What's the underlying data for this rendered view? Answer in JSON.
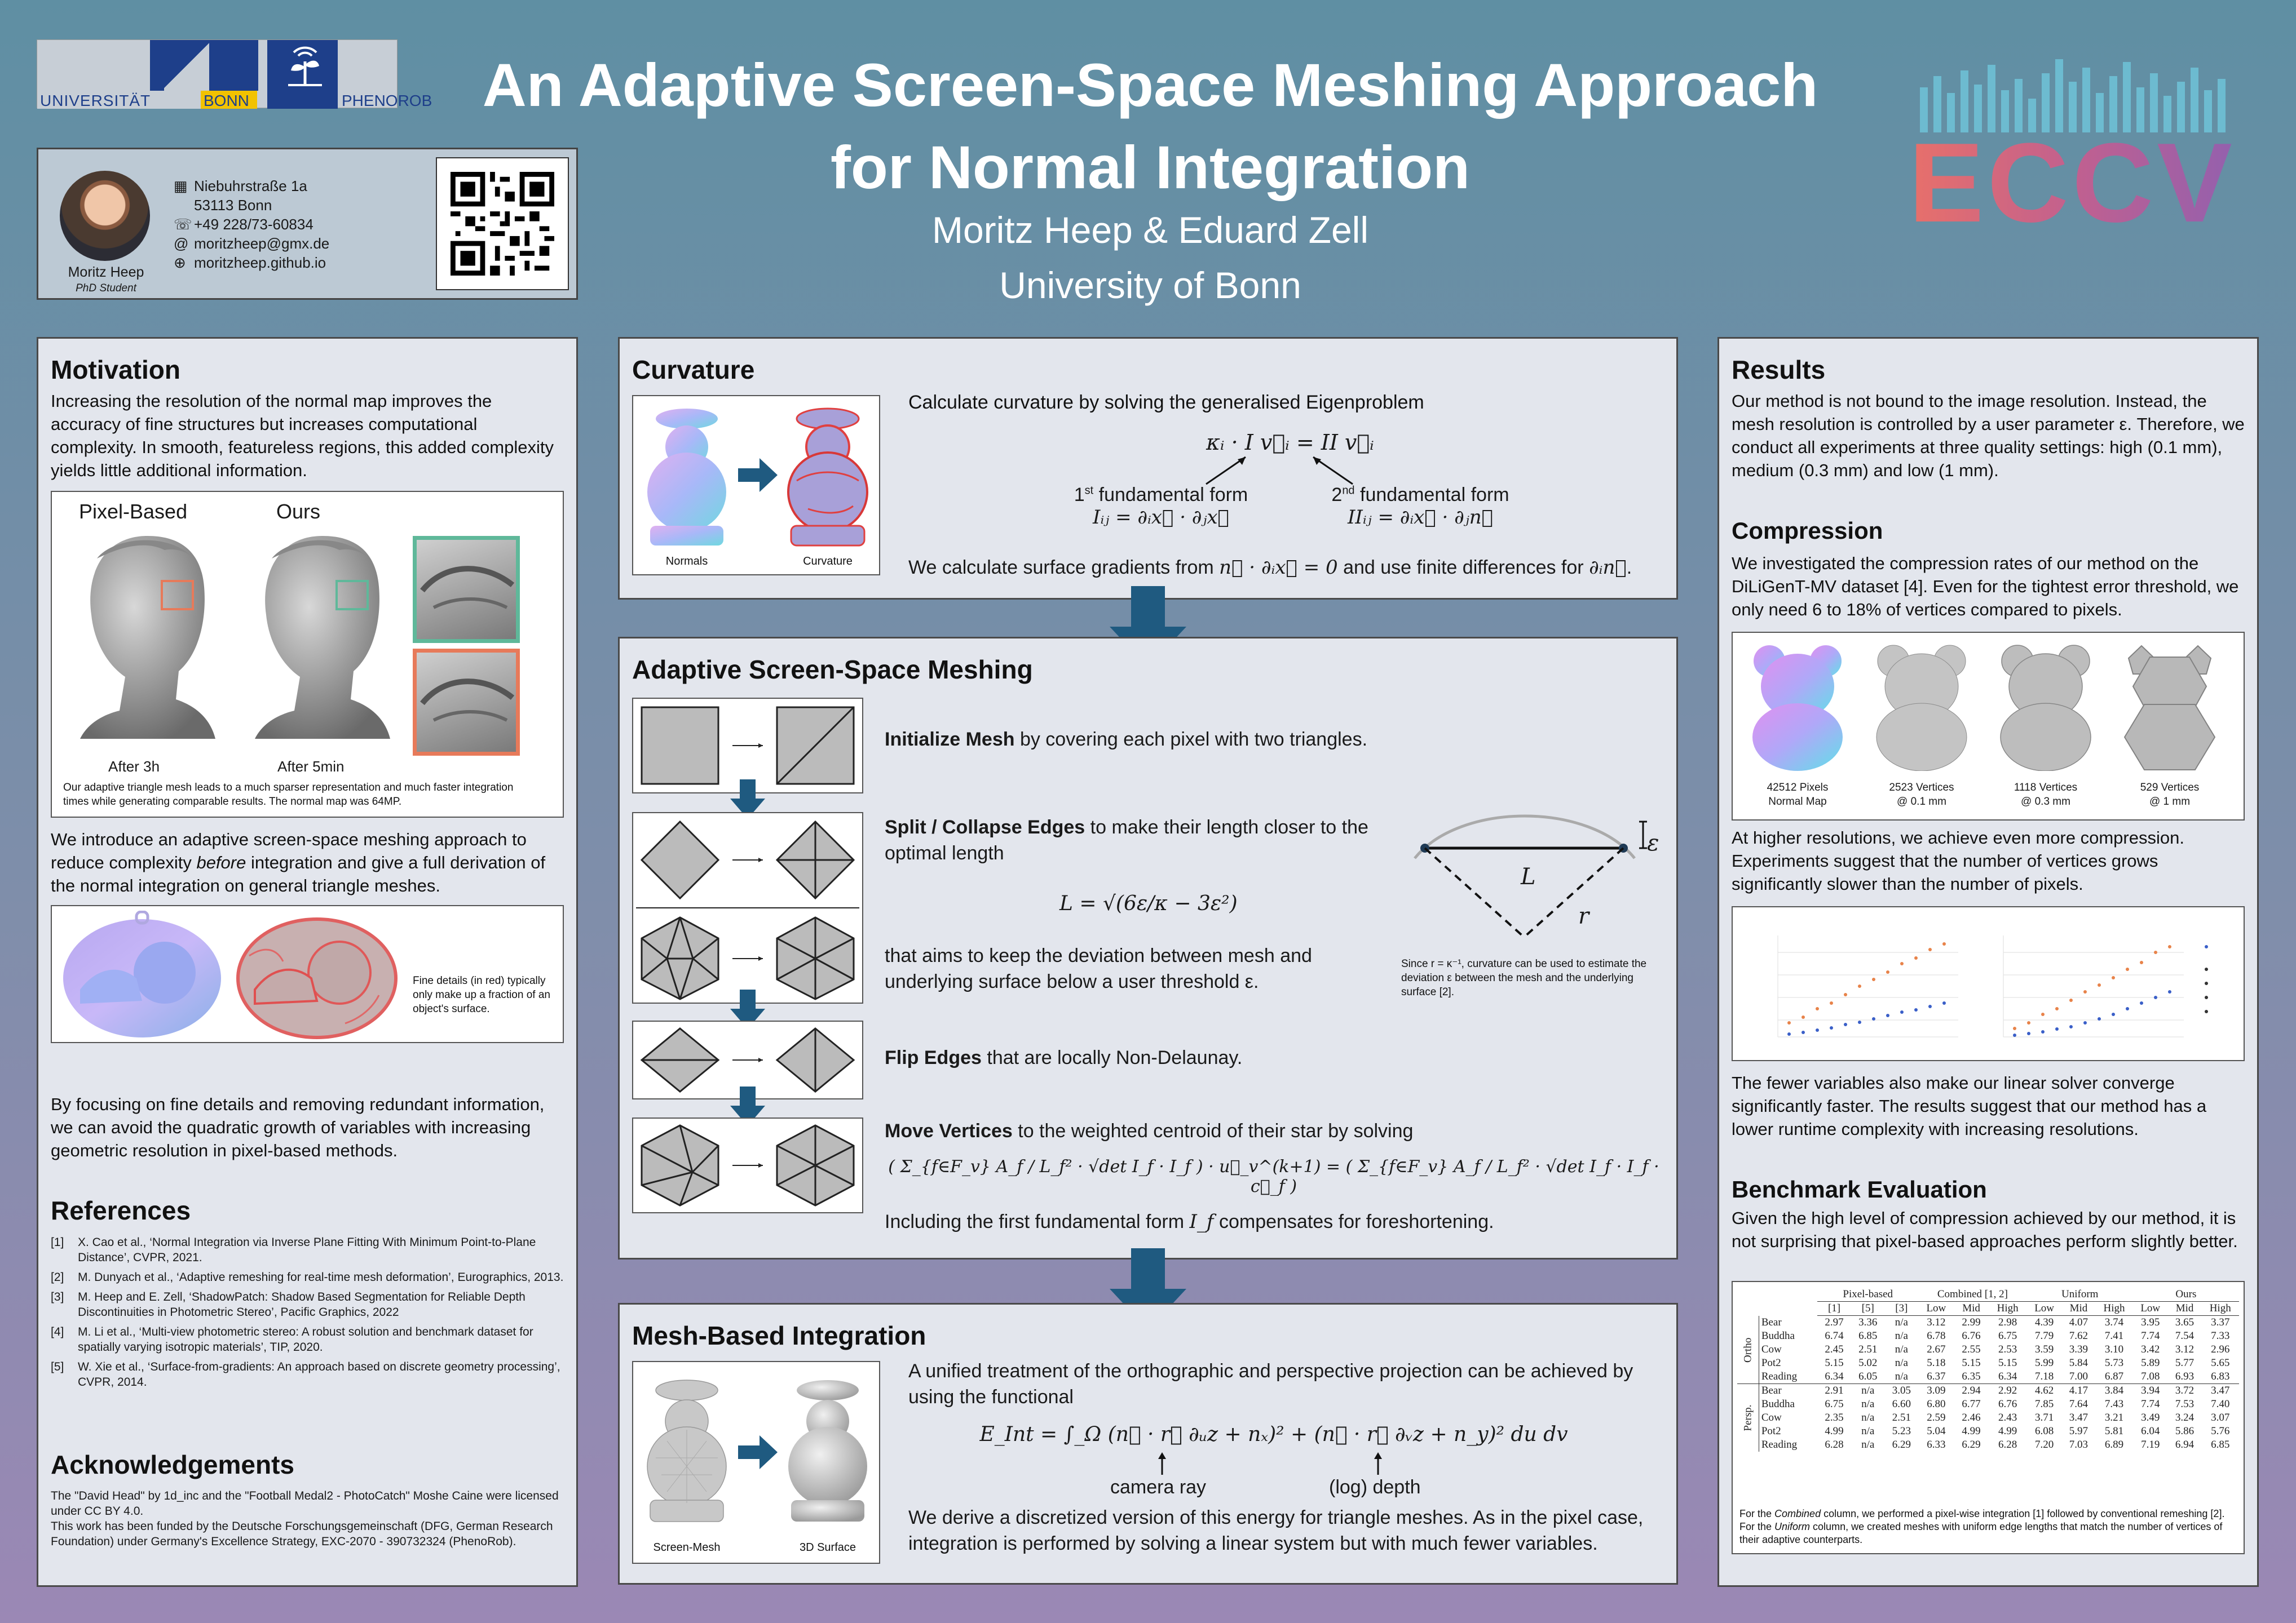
{
  "header": {
    "uni_logo_left": "UNIVERSITÄT",
    "uni_logo_right": "BONN",
    "phenorob": "PHENOROB",
    "title_line1": "An Adaptive Screen-Space Meshing Approach",
    "title_line2": "for Normal Integration",
    "authors": "Moritz Heep & Eduard Zell",
    "affiliation": "University of Bonn",
    "eccv": "ECCV"
  },
  "contact": {
    "name": "Moritz Heep",
    "role": "PhD Student",
    "street": "Niebuhrstraße 1a",
    "city": "53113 Bonn",
    "phone": "+49 228/73-60834",
    "email": "moritzheep@gmx.de",
    "web": "moritzheep.github.io"
  },
  "motivation": {
    "title": "Motivation",
    "p1": "Increasing the resolution of the normal map improves the accuracy of fine structures but increases computational complexity. In smooth, featureless regions, this added complexity yields little additional information.",
    "fig1_label_left": "Pixel-Based",
    "fig1_label_right": "Ours",
    "fig1_time_left": "After 3h",
    "fig1_time_right": "After 5min",
    "fig1_caption": "Our adaptive triangle mesh leads to a much sparser representation and much faster integration times while generating comparable results. The normal map was 64MP.",
    "p2_a": "We introduce an adaptive screen-space meshing approach to reduce complexity ",
    "p2_em": "before",
    "p2_b": " integration and give a full derivation of the normal integration on general triangle meshes.",
    "fig2_caption": "Fine details (in red) typically only make up a fraction of an object's surface.",
    "p3": "By focusing on fine details and removing redundant information, we can avoid the quadratic growth of variables with increasing geometric resolution in pixel-based methods."
  },
  "references": {
    "title": "References",
    "items": [
      {
        "n": "[1]",
        "text": "X. Cao et al., ‘Normal Integration via Inverse Plane Fitting With Minimum Point-to-Plane Distance’, CVPR, 2021."
      },
      {
        "n": "[2]",
        "text": "M. Dunyach et al., ‘Adaptive remeshing for real-time mesh deformation’, Eurographics, 2013."
      },
      {
        "n": "[3]",
        "text": "M. Heep and E. Zell, ‘ShadowPatch: Shadow Based Segmentation for Reliable Depth Discontinuities in Photometric Stereo’, Pacific Graphics, 2022"
      },
      {
        "n": "[4]",
        "text": "M. Li et al., ‘Multi-view photometric stereo: A robust solution and benchmark dataset for spatially varying isotropic materials’, TIP, 2020."
      },
      {
        "n": "[5]",
        "text": "W. Xie et al., ‘Surface-from-gradients: An approach based on discrete geometry processing’, CVPR, 2014."
      }
    ]
  },
  "ack": {
    "title": "Acknowledgements",
    "p1": "The \"David Head\" by 1d_inc and the \"Football Medal2 - PhotoCatch\" Moshe Caine were licensed under CC BY 4.0.",
    "p2": "This work has been funded by the Deutsche Forschungsgemeinschaft (DFG, German Research Foundation) under Germany's Excellence Strategy, EXC-2070 - 390732324 (PhenoRob)."
  },
  "curvature": {
    "title": "Curvature",
    "label_normals": "Normals",
    "label_curv": "Curvature",
    "intro": "Calculate curvature by solving the generalised Eigenproblem",
    "eq": "κᵢ · I v⃗ᵢ = II v⃗ᵢ",
    "ff1_label": "fundamental form",
    "ff1_sup": "st",
    "ff1_num": "1",
    "ff1_eq": "Iᵢⱼ = ∂ᵢx⃗ · ∂ⱼx⃗",
    "ff2_label": "fundamental form",
    "ff2_sup": "nd",
    "ff2_num": "2",
    "ff2_eq": "IIᵢⱼ = ∂ᵢx⃗ · ∂ⱼn⃗",
    "bottom_a": "We calculate surface gradients from ",
    "bottom_m1": "n⃗ · ∂ᵢx⃗ = 0",
    "bottom_b": " and use finite differences for ",
    "bottom_m2": "∂ᵢn⃗",
    "bottom_c": "."
  },
  "meshing": {
    "title": "Adaptive Screen-Space Meshing",
    "init_bold": "Initialize Mesh",
    "init_rest": " by covering each pixel with two triangles.",
    "split_bold": "Split / Collapse Edges",
    "split_rest": " to make their length closer to the optimal length",
    "split_eq": "L = √(6ε/κ − 3ε²)",
    "split_after": "that aims to keep the deviation between mesh and underlying surface below a user threshold ε.",
    "side_L": "L",
    "side_r": "r",
    "side_eps": "ε",
    "side_caption": "Since r = κ⁻¹, curvature can be used to estimate the deviation ε between the mesh and the underlying surface [2].",
    "flip_bold": "Flip Edges",
    "flip_rest": " that are locally Non-Delaunay.",
    "move_bold": "Move Vertices",
    "move_rest": " to the weighted centroid of their star by solving",
    "move_eq": "( Σ_{f∈F_v} A_f / L_f² · √det I_f · I_f ) · u⃗_v^(k+1) = ( Σ_{f∈F_v} A_f / L_f² · √det I_f · I_f · c⃗_f )",
    "move_after_a": "Including the first fundamental form ",
    "move_after_m": "I_f",
    "move_after_b": " compensates for foreshortening."
  },
  "integration": {
    "title": "Mesh-Based Integration",
    "label_mesh": "Screen-Mesh",
    "label_surface": "3D Surface",
    "p1": "A unified treatment of the orthographic and perspective projection can be achieved by using the functional",
    "eq": "E_Int = ∫_Ω (n⃗ · r⃗ ∂ᵤz + nₓ)² + (n⃗ · r⃗ ∂ᵥz + n_y)² du dv",
    "ann1": "camera ray",
    "ann2": "(log) depth",
    "p2": "We derive a discretized version of this energy for triangle meshes. As in the pixel case, integration is performed by solving a linear system but with much fewer variables."
  },
  "results": {
    "title": "Results",
    "p1": "Our method is not bound to the image resolution. Instead, the mesh resolution is controlled by a user parameter ε. Therefore, we conduct all experiments at three quality settings: high (0.1 mm), medium (0.3 mm) and low (1 mm).",
    "comp_title": "Compression",
    "comp_p": "We investigated the compression rates of our method on the DiLiGenT-MV dataset [4]. Even for the tightest error threshold, we only need 6 to 18% of vertices compared to pixels.",
    "bears": [
      {
        "l1": "42512 Pixels",
        "l2": "Normal Map"
      },
      {
        "l1": "2523 Vertices",
        "l2": "@ 0.1 mm"
      },
      {
        "l1": "1118 Vertices",
        "l2": "@ 0.3 mm"
      },
      {
        "l1": "529 Vertices",
        "l2": "@ 1 mm"
      }
    ],
    "p2": "At higher resolutions, we achieve even more compression. Experiments suggest that the number of vertices grows significantly slower than the number of pixels.",
    "p3": "The fewer variables also make our linear solver converge significantly faster. The results suggest that our method has a lower runtime complexity with increasing resolutions.",
    "bench_title": "Benchmark Evaluation",
    "bench_p": "Given the high level of compression achieved by our method, it is not surprising that pixel-based approaches perform slightly better.",
    "bench_caption_a": "For the ",
    "bench_caption_em1": "Combined",
    "bench_caption_b": " column, we performed a pixel-wise integration [1] followed by conventional remeshing [2]. For the ",
    "bench_caption_em2": "Uniform",
    "bench_caption_c": " column, we created meshes with uniform edge lengths that match the number of vertices of their adaptive counterparts."
  },
  "benchmark": {
    "groups": [
      "Pixel-based",
      "Combined [1, 2]",
      "Uniform",
      "Ours"
    ],
    "sub_pixel": [
      "[1]",
      "[5]",
      "[3]"
    ],
    "sub_q": [
      "Low",
      "Mid",
      "High"
    ],
    "sections": [
      {
        "name": "Ortho",
        "rows": [
          {
            "obj": "Bear",
            "v": [
              "2.97",
              "3.36",
              "n/a",
              "3.12",
              "2.99",
              "2.98",
              "4.39",
              "4.07",
              "3.74",
              "3.95",
              "3.65",
              "3.37"
            ]
          },
          {
            "obj": "Buddha",
            "v": [
              "6.74",
              "6.85",
              "n/a",
              "6.78",
              "6.76",
              "6.75",
              "7.79",
              "7.62",
              "7.41",
              "7.74",
              "7.54",
              "7.33"
            ]
          },
          {
            "obj": "Cow",
            "v": [
              "2.45",
              "2.51",
              "n/a",
              "2.67",
              "2.55",
              "2.53",
              "3.59",
              "3.39",
              "3.10",
              "3.42",
              "3.12",
              "2.96"
            ]
          },
          {
            "obj": "Pot2",
            "v": [
              "5.15",
              "5.02",
              "n/a",
              "5.18",
              "5.15",
              "5.15",
              "5.99",
              "5.84",
              "5.73",
              "5.89",
              "5.77",
              "5.65"
            ]
          },
          {
            "obj": "Reading",
            "v": [
              "6.34",
              "6.05",
              "n/a",
              "6.37",
              "6.35",
              "6.34",
              "7.18",
              "7.00",
              "6.87",
              "7.08",
              "6.93",
              "6.83"
            ]
          }
        ]
      },
      {
        "name": "Persp.",
        "rows": [
          {
            "obj": "Bear",
            "v": [
              "2.91",
              "n/a",
              "3.05",
              "3.09",
              "2.94",
              "2.92",
              "4.62",
              "4.17",
              "3.84",
              "3.94",
              "3.72",
              "3.47"
            ]
          },
          {
            "obj": "Buddha",
            "v": [
              "6.75",
              "n/a",
              "6.60",
              "6.80",
              "6.77",
              "6.76",
              "7.85",
              "7.64",
              "7.43",
              "7.74",
              "7.53",
              "7.40"
            ]
          },
          {
            "obj": "Cow",
            "v": [
              "2.35",
              "n/a",
              "2.51",
              "2.59",
              "2.46",
              "2.43",
              "3.71",
              "3.47",
              "3.21",
              "3.49",
              "3.24",
              "3.07"
            ]
          },
          {
            "obj": "Pot2",
            "v": [
              "4.99",
              "n/a",
              "5.23",
              "5.04",
              "4.99",
              "4.99",
              "6.08",
              "5.97",
              "5.81",
              "6.04",
              "5.86",
              "5.76"
            ]
          },
          {
            "obj": "Reading",
            "v": [
              "6.28",
              "n/a",
              "6.29",
              "6.33",
              "6.29",
              "6.28",
              "7.20",
              "7.03",
              "6.89",
              "7.19",
              "6.94",
              "6.85"
            ]
          }
        ]
      }
    ]
  },
  "colors": {
    "accent_arrow": "#1f5a80",
    "panel_bg": "#e3e6ed",
    "highlight_red": "#e77a5a",
    "highlight_green": "#5fb89a"
  }
}
